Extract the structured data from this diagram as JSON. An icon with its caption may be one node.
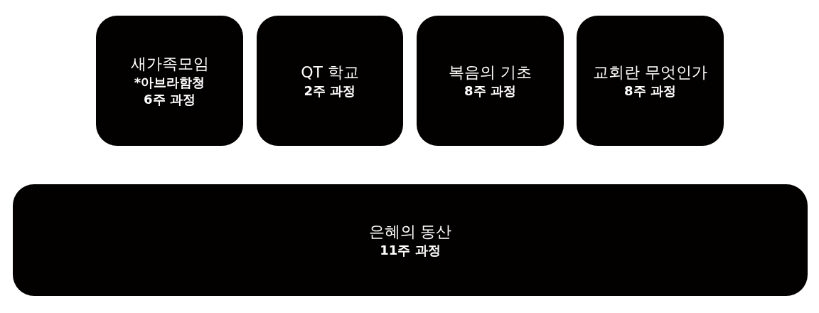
{
  "diagram": {
    "nodes": [
      {
        "text": [
          "새가족모임",
          "*아브라함청",
          "6주 과정"
        ]
      },
      {
        "text": [
          "QT 학교",
          "2주 과정"
        ]
      },
      {
        "text": [
          "복음의 기초",
          "8주 과정"
        ]
      },
      {
        "text": [
          "교회란 무엇인가",
          "8주 과정"
        ]
      },
      {
        "text": [
          "은혜의 동산",
          "11주 과정"
        ]
      }
    ]
  }
}
